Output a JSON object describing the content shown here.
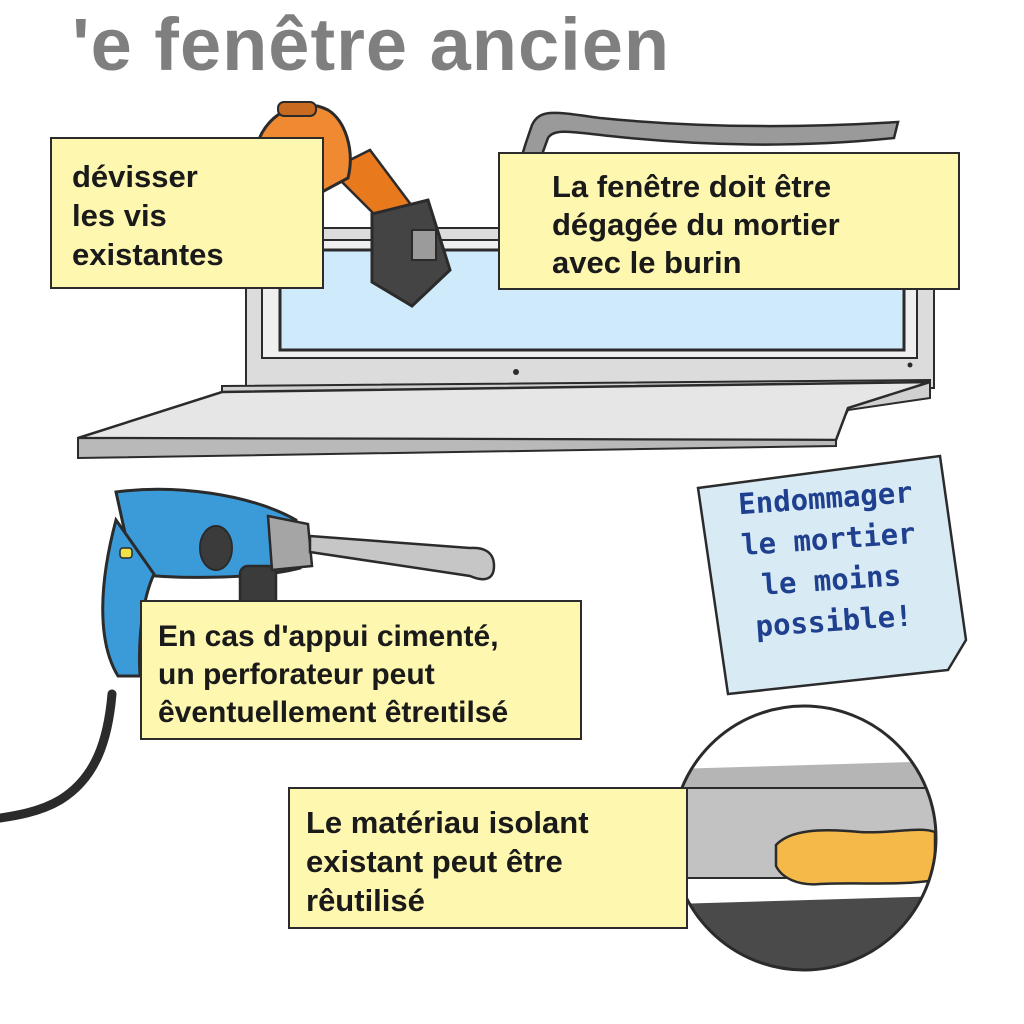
{
  "title": "'e fenêtre ancien",
  "callouts": {
    "unscrew": {
      "lines": [
        "dévisser",
        "les vis",
        "existantes"
      ]
    },
    "chisel": {
      "lines": [
        "La fenêtre doit être",
        "dégagée du mortier",
        "avec le burin"
      ]
    },
    "hammer_drill": {
      "lines": [
        "En cas d'appui cimenté,",
        "un perforateur peut",
        "êventuellement êtreıtilsé"
      ]
    },
    "insulation": {
      "lines": [
        "Le matériau isolant",
        "existant peut être",
        "rêutilisé"
      ]
    }
  },
  "note": {
    "lines": [
      "Endommager",
      "le mortier",
      "le moins",
      "possible!"
    ]
  },
  "icons": [
    "cordless-screwdriver-icon",
    "chisel-icon",
    "hammer-drill-icon",
    "window-frame",
    "insulation-detail"
  ],
  "colors": {
    "callout_bg": "#fdf7b0",
    "note_bg": "#d8ebf5",
    "note_text": "#1f3f8f",
    "title": "#7f7f7f",
    "screwdriver": "#f08a32",
    "drill": "#3a9bd8",
    "glass": "#cfeafb",
    "insulation": "#f5b94a"
  }
}
